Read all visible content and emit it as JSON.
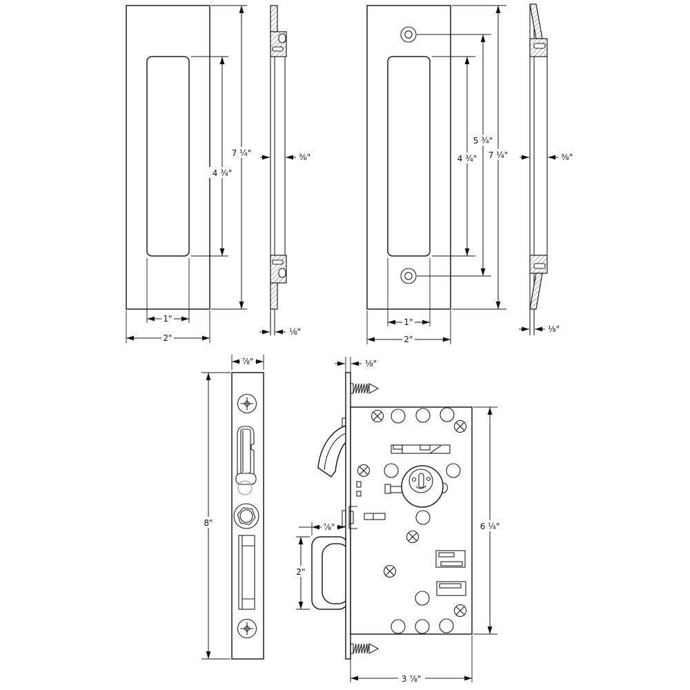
{
  "drawing": {
    "kind": "technical-line-drawing",
    "subject": "pocket-door-mortise-lock-with-flush-pulls"
  },
  "dims": {
    "pull_front_plain": {
      "overall_height": "7 ¼\"",
      "recess_height": "4 ¾\"",
      "recess_width": "1\"",
      "overall_width": "2\""
    },
    "pull_side_plain": {
      "projection_depth": "⅜\"",
      "flange_thickness": "⅛\""
    },
    "pull_front_screws": {
      "screw_hole_spacing": "5 ¾\"",
      "recess_height": "4 ¾\"",
      "overall_height": "7 ¼\"",
      "recess_width": "1\"",
      "overall_width": "2\""
    },
    "pull_side_screws": {
      "projection_depth": "⅜\"",
      "flange_thickness": "⅛\""
    },
    "lock_edge": {
      "faceplate_width": "⅞\"",
      "faceplate_height": "8\""
    },
    "lock_body": {
      "faceplate_thickness": "⅛\"",
      "edge_pull_width": "⅞\"",
      "edge_pull_height": "2\"",
      "case_height": "6 ¼\"",
      "case_width": "3 ⅞\""
    }
  }
}
